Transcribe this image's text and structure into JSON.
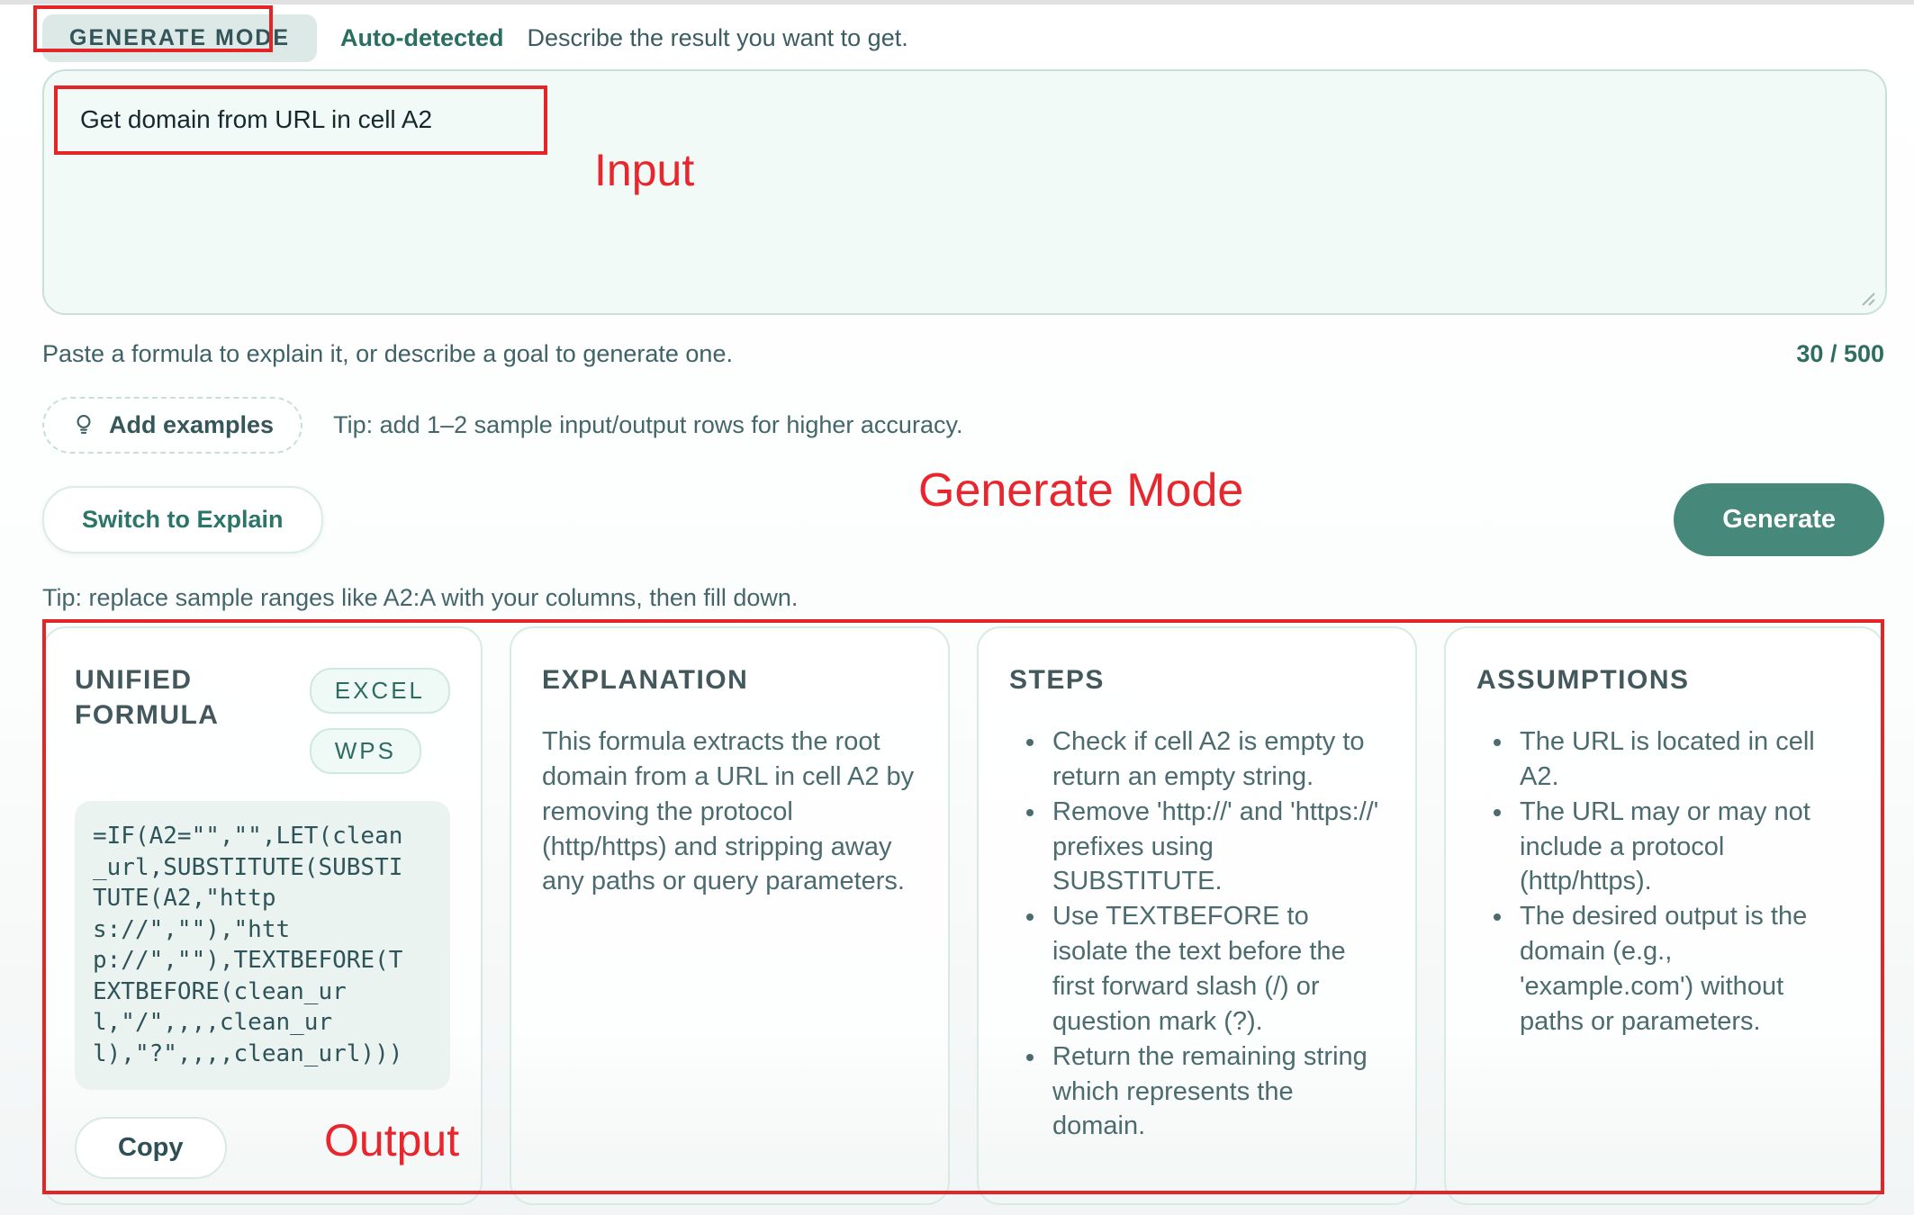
{
  "annotations": {
    "input_label": "Input",
    "mode_label": "Generate Mode",
    "output_label": "Output",
    "annotation_color": "#e42527"
  },
  "header": {
    "mode_badge": "GENERATE MODE",
    "detect_status": "Auto-detected",
    "description": "Describe the result you want to get."
  },
  "prompt": {
    "value": "Get domain from URL in cell A2",
    "helper": "Paste a formula to explain it, or describe a goal to generate one.",
    "char_counter": "30 / 500"
  },
  "examples": {
    "add_button": "Add examples",
    "bulb_icon": "lightbulb-icon",
    "tip": "Tip: add 1–2 sample input/output rows for higher accuracy."
  },
  "actions": {
    "switch_button": "Switch to Explain",
    "generate_button": "Generate",
    "tip": "Tip: replace sample ranges like A2:A with your columns, then fill down."
  },
  "results": {
    "formula_card": {
      "title": "UNIFIED FORMULA",
      "badges": [
        "EXCEL",
        "WPS"
      ],
      "formula": "=IF(A2=\"\",\"\",LET(clean\n_url,SUBSTITUTE(SUBSTI\nTUTE(A2,\"http\ns://\",\"\"),\"htt\np://\",\"\"),TEXTBEFORE(T\nEXTBEFORE(clean_ur\nl,\"/\",,,,clean_ur\nl),\"?\",,,,clean_url)))",
      "copy_button": "Copy"
    },
    "explanation_card": {
      "title": "EXPLANATION",
      "body": "This formula extracts the root domain from a URL in cell A2 by removing the protocol (http/https) and stripping away any paths or query parameters."
    },
    "steps_card": {
      "title": "STEPS",
      "items": [
        "Check if cell A2 is empty to return an empty string.",
        "Remove 'http://' and 'https://' prefixes using SUBSTITUTE.",
        "Use TEXTBEFORE to isolate the text before the first forward slash (/) or question mark (?).",
        "Return the remaining string which represents the domain."
      ]
    },
    "assumptions_card": {
      "title": "ASSUMPTIONS",
      "items": [
        "The URL is located in cell A2.",
        "The URL may or may not include a protocol (http/https).",
        "The desired output is the domain (e.g., 'example.com') without paths or parameters."
      ]
    }
  }
}
